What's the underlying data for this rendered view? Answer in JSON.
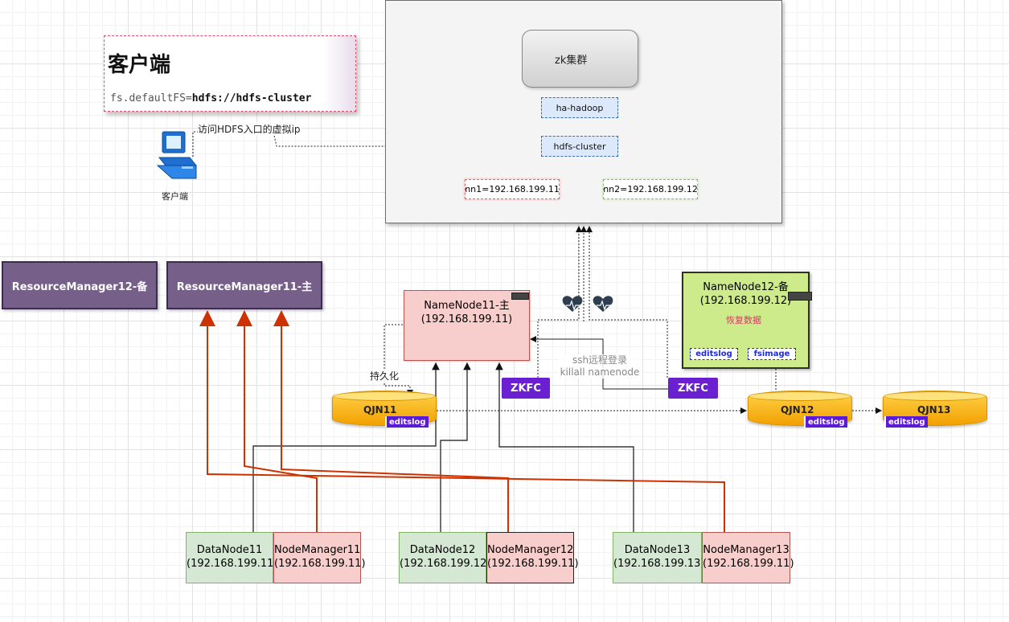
{
  "client_card": {
    "title": "客户端",
    "config_key": "fs.defaultFS=",
    "config_value": "hdfs://hdfs-cluster"
  },
  "client_pc": {
    "label": "客户端",
    "edge_label": "访问HDFS入口的虚拟ip"
  },
  "cluster": {
    "zk_label": "zk集群",
    "ha_label": "ha-hadoop",
    "logical_label": "hdfs-cluster",
    "nn1_label": "nn1=192.168.199.11",
    "nn2_label": "nn2=192.168.199.12"
  },
  "resource_managers": [
    {
      "label": "ResourceManager12-备"
    },
    {
      "label": "ResourceManager11-主"
    }
  ],
  "namenode11": {
    "name": "NameNode11-主",
    "ip": "(192.168.199.11)"
  },
  "namenode12": {
    "name": "NameNode12-备",
    "ip": "(192.168.199.12)",
    "recover_label": "恢复数据",
    "editslog_label": "editslog",
    "fsimage_label": "fsimage"
  },
  "zkfc": [
    "ZKFC",
    "ZKFC"
  ],
  "labels": {
    "persist": "持久化",
    "ssh_line1": "ssh远程登录",
    "ssh_line2": "killall namenode"
  },
  "journal_nodes": [
    {
      "name": "QJN11",
      "log": "editslog"
    },
    {
      "name": "QJN12",
      "log": "editslog"
    },
    {
      "name": "QJN13",
      "log": "editslog"
    }
  ],
  "workers": [
    {
      "dn_name": "DataNode11",
      "dn_ip": "(192.168.199.11)",
      "nm_name": "NodeManager11",
      "nm_ip": "(192.168.199.11)"
    },
    {
      "dn_name": "DataNode12",
      "dn_ip": "(192.168.199.12)",
      "nm_name": "NodeManager12",
      "nm_ip": "(192.168.199.11)"
    },
    {
      "dn_name": "DataNode13",
      "dn_ip": "(192.168.199.13)",
      "nm_name": "NodeManager13",
      "nm_ip": "(192.168.199.11)"
    }
  ],
  "colors": {
    "rm_fill": "#76608a",
    "namenode_active_fill": "#f8cecc",
    "namenode_standby_fill": "#cdeb8b",
    "zkfc_fill": "#6a1fd1",
    "journal_fill": "#f2a100",
    "datanode_fill": "#d5e8d4",
    "nodemanager_fill": "#f8cecc",
    "rm_link_color": "#cc3300"
  }
}
